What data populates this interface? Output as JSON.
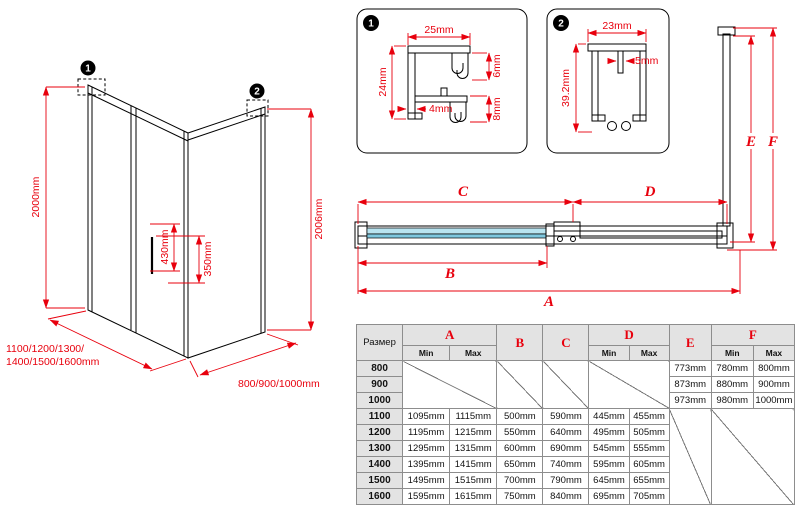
{
  "colors": {
    "dimension_red": "#e8000d",
    "line_black": "#000000",
    "glass_blue_light": "#b9e4f0",
    "glass_blue_dark": "#7ec7de",
    "table_header_bg": "#e3e3e3",
    "table_border": "#8d8d8d"
  },
  "iso_view": {
    "callout_1": "1",
    "callout_2": "2",
    "dim_height_left": "2000mm",
    "dim_height_right": "2006mm",
    "dim_handle_length": "430mm",
    "dim_handle_spacing": "350mm",
    "dim_width_line1": "1100/1200/1300/",
    "dim_width_line2": "1400/1500/1600mm",
    "dim_depth": "800/900/1000mm"
  },
  "detail_1": {
    "callout": "1",
    "dim_width": "25mm",
    "dim_height": "24mm",
    "dim_hook_top": "6mm",
    "dim_wall": "4mm",
    "dim_hook_bottom": "8mm"
  },
  "detail_2": {
    "callout": "2",
    "dim_width": "23mm",
    "dim_gap": "5mm",
    "dim_height": "39.2mm"
  },
  "plan_view": {
    "label_a": "A",
    "label_b": "B",
    "label_c": "C",
    "label_d": "D",
    "label_e": "E",
    "label_f": "F"
  },
  "table": {
    "size_header": "Размер",
    "min_label": "Min",
    "max_label": "Max",
    "columns": {
      "a": "A",
      "b": "B",
      "c": "C",
      "d": "D",
      "e": "E",
      "f": "F"
    },
    "rows": [
      {
        "size": "800",
        "cells": [
          "",
          "",
          "",
          "",
          "",
          "",
          "773mm",
          "780mm",
          "800mm"
        ]
      },
      {
        "size": "900",
        "cells": [
          "",
          "",
          "",
          "",
          "",
          "",
          "873mm",
          "880mm",
          "900mm"
        ]
      },
      {
        "size": "1000",
        "cells": [
          "",
          "",
          "",
          "",
          "",
          "",
          "973mm",
          "980mm",
          "1000mm"
        ]
      },
      {
        "size": "1100",
        "cells": [
          "1095mm",
          "1115mm",
          "500mm",
          "590mm",
          "445mm",
          "455mm",
          "",
          "",
          ""
        ]
      },
      {
        "size": "1200",
        "cells": [
          "1195mm",
          "1215mm",
          "550mm",
          "640mm",
          "495mm",
          "505mm",
          "",
          "",
          ""
        ]
      },
      {
        "size": "1300",
        "cells": [
          "1295mm",
          "1315mm",
          "600mm",
          "690mm",
          "545mm",
          "555mm",
          "",
          "",
          ""
        ]
      },
      {
        "size": "1400",
        "cells": [
          "1395mm",
          "1415mm",
          "650mm",
          "740mm",
          "595mm",
          "605mm",
          "",
          "",
          ""
        ]
      },
      {
        "size": "1500",
        "cells": [
          "1495mm",
          "1515mm",
          "700mm",
          "790mm",
          "645mm",
          "655mm",
          "",
          "",
          ""
        ]
      },
      {
        "size": "1600",
        "cells": [
          "1595mm",
          "1615mm",
          "750mm",
          "840mm",
          "695mm",
          "705mm",
          "",
          "",
          ""
        ]
      }
    ]
  }
}
